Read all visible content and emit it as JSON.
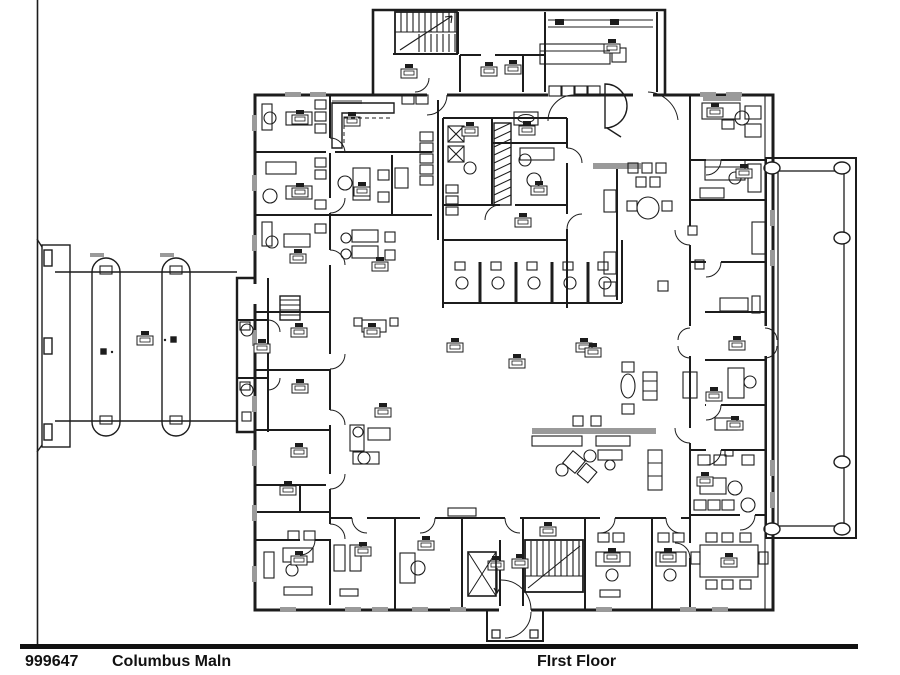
{
  "sheet": {
    "background": "#ffffff",
    "line_color": "#1c1c1c",
    "accent_gray": "#9a9a9a"
  },
  "drawing": {
    "type": "architectural-floor-plan"
  },
  "footer": {
    "project_number": "999647",
    "building_name": "Columbus Maln",
    "sheet_title": "FIrst Floor"
  }
}
